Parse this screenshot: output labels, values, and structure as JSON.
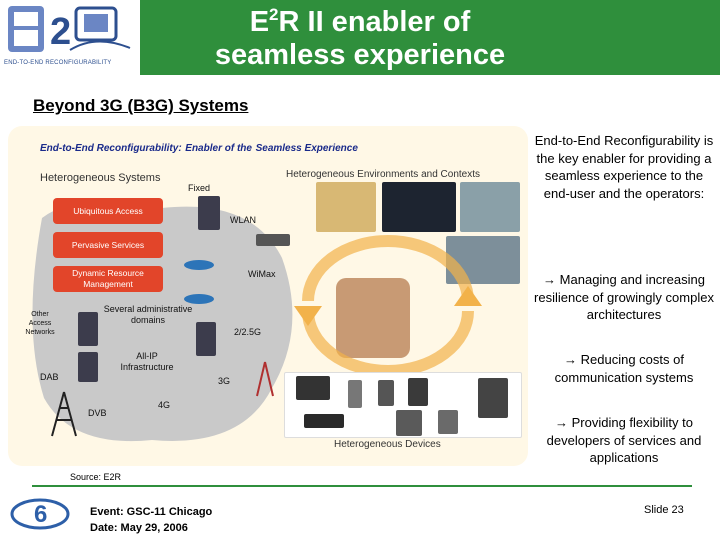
{
  "header": {
    "logo_subtext": "END-TO-END RECONFIGURABILITY",
    "title_line1_pre": "E",
    "title_sup": "2",
    "title_line1_post": "R II enabler of",
    "title_line2": "seamless experience"
  },
  "subtitle": "Beyond 3G (B3G) Systems",
  "diagram": {
    "title_part1": "End-to-End Reconfigurability:",
    "title_part2": "Enabler of the",
    "title_part3": "Seamless Experience",
    "heterogeneous_systems": "Heterogeneous Systems",
    "heterogeneous_environments": "Heterogeneous Environments and Contexts",
    "heterogeneous_devices": "Heterogeneous Devices",
    "boxes": [
      "Ubiquitous Access",
      "Pervasive Services",
      "Dynamic Resource Management"
    ],
    "labels": {
      "fixed": "Fixed",
      "wlan": "WLAN",
      "wimax": "WiMax",
      "other_access": "Other Access Networks",
      "several_admin": "Several administrative domains",
      "g25": "2/2.5G",
      "all_ip": "All-IP Infrastructure",
      "dab": "DAB",
      "g3": "3G",
      "g4": "4G",
      "dvb": "DVB"
    }
  },
  "right_column": {
    "intro": "End-to-End Reconfigurability is the key enabler for providing a seamless experience to the end-user and the operators:",
    "bullet1": "Managing and increasing resilience of growingly complex architectures",
    "bullet2": "Reducing costs of communication systems",
    "bullet3": "Providing flexibility to developers of services and applications",
    "arrow": "→"
  },
  "source": "Source: E2R",
  "footer": {
    "event": "Event: GSC-11 Chicago",
    "date": "Date: May 29, 2006",
    "slide": "Slide 23"
  },
  "colors": {
    "header_green": "#2f8f3c",
    "box_red": "#e2452a",
    "diagram_bg": "#fff8e6",
    "title_blue": "#1a2a8a"
  }
}
